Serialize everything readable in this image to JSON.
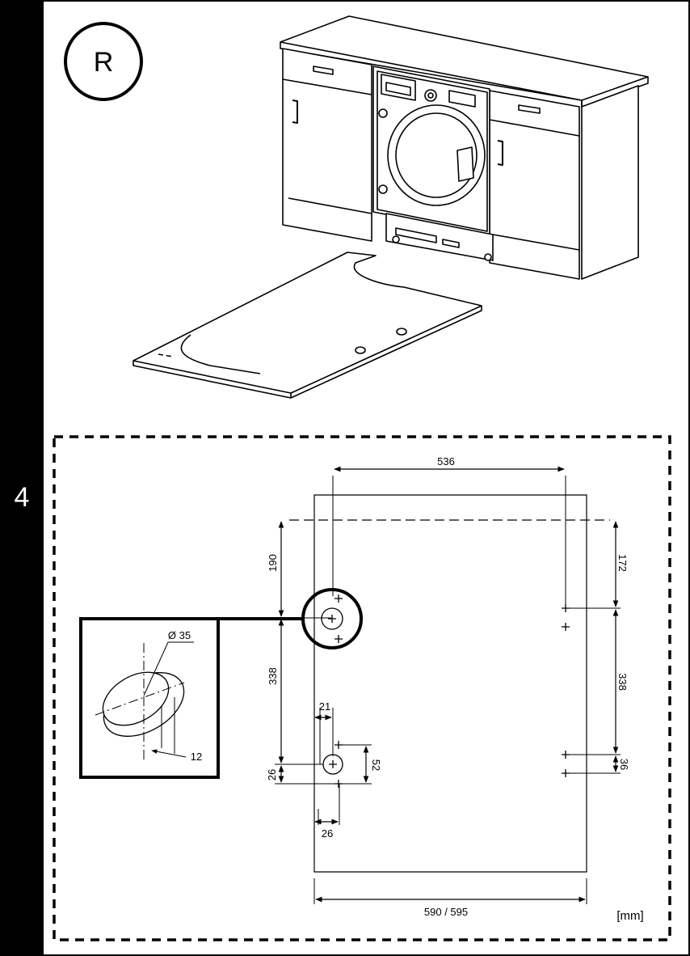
{
  "step_number": "4",
  "variant_badge": "R",
  "units": "[mm]",
  "detail": {
    "diameter": "Ø 35",
    "depth": "12"
  },
  "dimensions": {
    "width_top": "536",
    "width_bottom": "590 / 595",
    "left_top": "190",
    "left_mid": "338",
    "left_bottom": "26",
    "right_top": "172",
    "right_mid": "338",
    "right_bottom": "36",
    "hole_offset_x": "21",
    "hole_spacing": "52",
    "hole_offset_bottom": "26"
  },
  "colors": {
    "ink": "#000000",
    "paper": "#ffffff"
  }
}
